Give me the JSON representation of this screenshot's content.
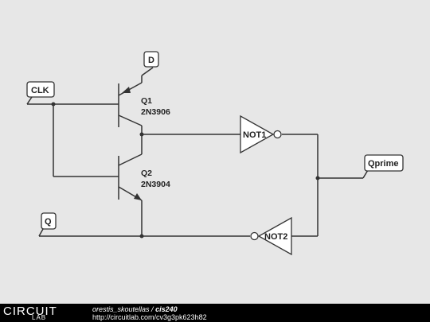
{
  "labels": {
    "clk": "CLK",
    "d": "D",
    "q": "Q",
    "qprime": "Qprime"
  },
  "components": {
    "q1": {
      "name": "Q1",
      "part": "2N3906"
    },
    "q2": {
      "name": "Q2",
      "part": "2N3904"
    },
    "not1": "NOT1",
    "not2": "NOT2"
  },
  "footer": {
    "logo_top": "CIRCUIT",
    "logo_bottom": "LAB",
    "author": "orestis_skoutellas",
    "separator": " / ",
    "project": "cis240",
    "url": "http://circuitlab.com/cv3g3pk623h82"
  },
  "colors": {
    "background": "#e7e7e7",
    "wire": "#333333",
    "footer": "#000000"
  }
}
